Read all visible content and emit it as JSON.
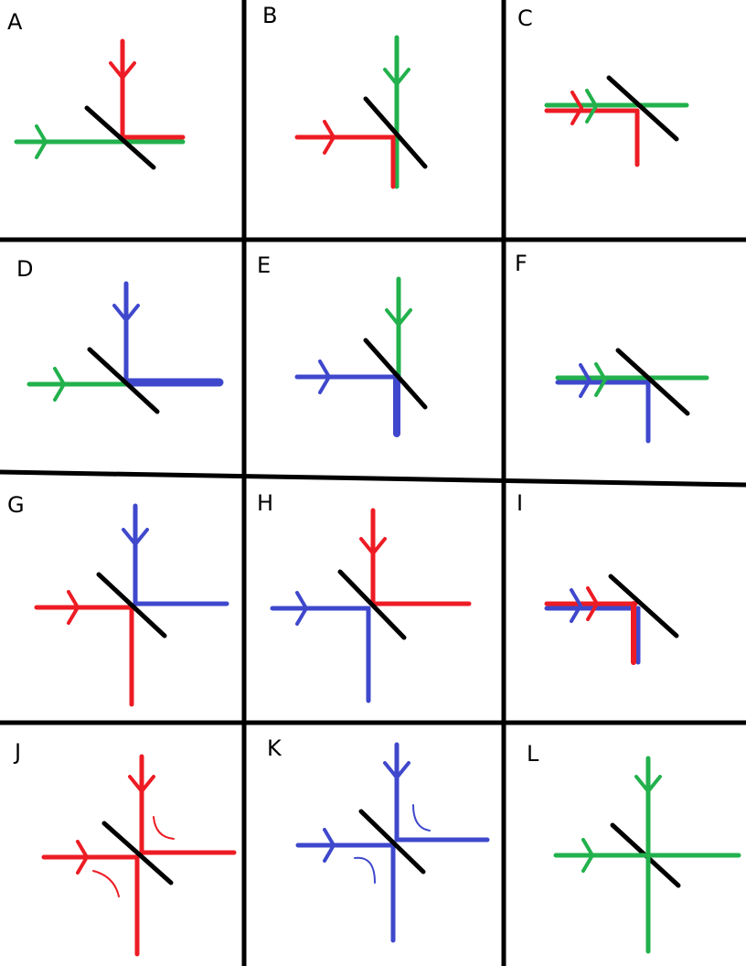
{
  "panels": [
    {
      "label": "A"
    },
    {
      "label": "B"
    },
    {
      "label": "C"
    },
    {
      "label": "D"
    },
    {
      "label": "E"
    },
    {
      "label": "F"
    },
    {
      "label": "G"
    },
    {
      "label": "H"
    },
    {
      "label": "I"
    },
    {
      "label": "J"
    },
    {
      "label": "K"
    },
    {
      "label": "L"
    }
  ],
  "colors": {
    "red": "#ed1c24",
    "green": "#22b14c",
    "blue": "#3f48cc",
    "mirror": "#000000",
    "grid": "#000000"
  }
}
